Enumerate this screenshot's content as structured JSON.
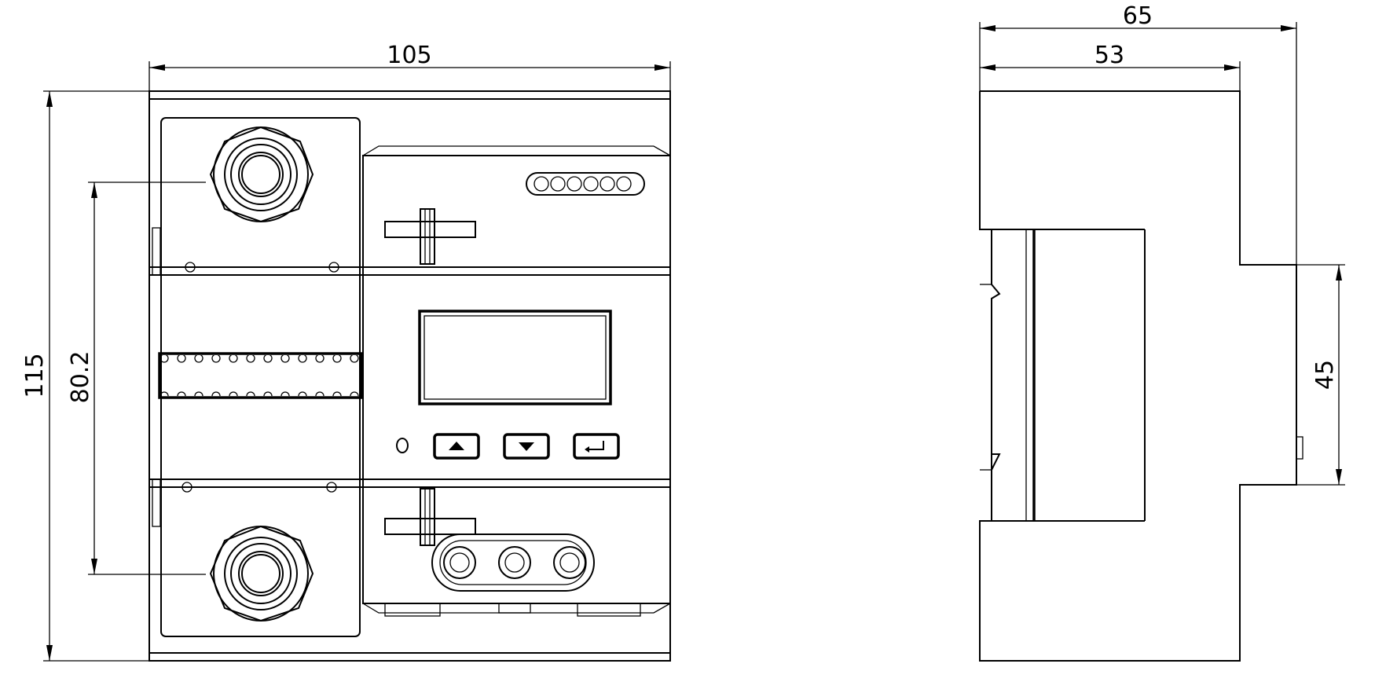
{
  "dimensions": {
    "front_width": "105",
    "front_height": "115",
    "terminal_spacing": "80.2",
    "side_depth_total": "65",
    "side_depth_body": "53",
    "rail_height": "45"
  }
}
